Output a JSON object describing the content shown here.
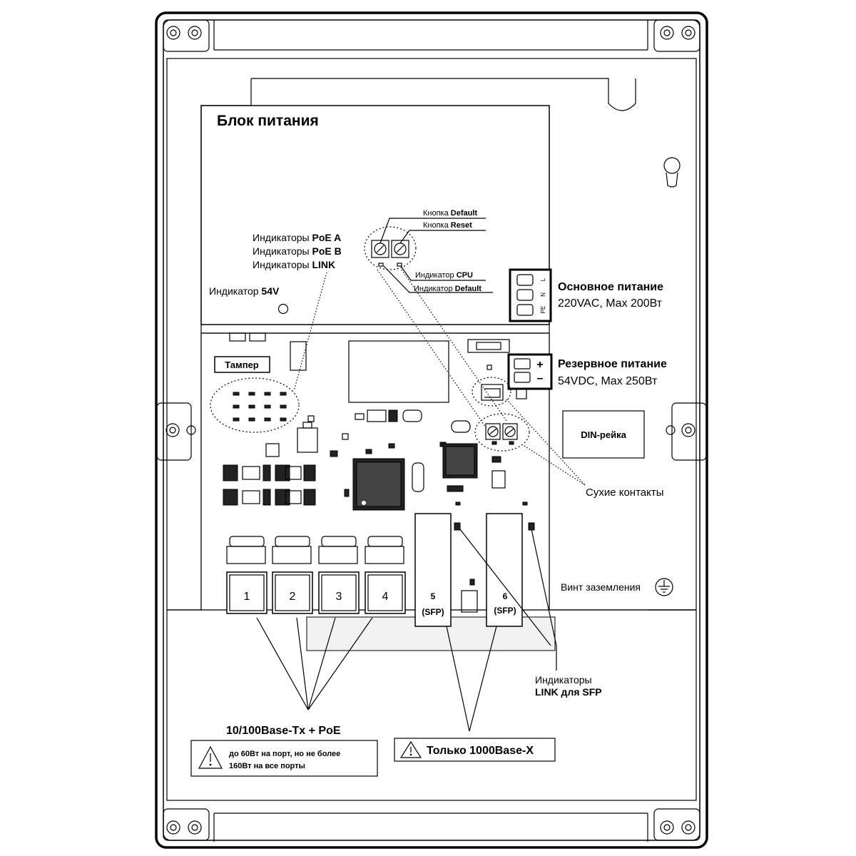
{
  "labels": {
    "power_block": "Блок питания",
    "poe_a_prefix": "Индикаторы ",
    "poe_a": "PoE A",
    "poe_b_prefix": "Индикаторы ",
    "poe_b": "PoE B",
    "link_prefix": "Индикаторы ",
    "link": "LINK",
    "ind54_prefix": "Индикатор ",
    "ind54": "54V",
    "btn_default_prefix": "Кнопка ",
    "btn_default": "Default",
    "btn_reset_prefix": "Кнопка ",
    "btn_reset": "Reset",
    "ind_cpu_prefix": "Индикатор ",
    "ind_cpu": "CPU",
    "ind_default_prefix": "Индикатор ",
    "ind_default": "Default",
    "main_power_title": "Основное питание",
    "main_power_spec": "220VAC, Max 200Вт",
    "main_power_pins": [
      "L",
      "N",
      "PE"
    ],
    "backup_power_title": "Резервное питание",
    "backup_power_spec": "54VDC, Max 250Вт",
    "backup_plus": "+",
    "backup_minus": "–",
    "tamper": "Тампер",
    "din_rail": "DIN-рейка",
    "dry_contacts": "Сухие контакты",
    "ground_screw": "Винт заземления",
    "ports": [
      "1",
      "2",
      "3",
      "4"
    ],
    "sfp5_num": "5",
    "sfp6_num": "6",
    "sfp_label": "(SFP)",
    "sfp_ind_line1": "Индикаторы",
    "sfp_ind_line2": "LINK для SFP",
    "poe_title": "10/100Base-Tx + PoE",
    "poe_warning_line1": "до 60Вт на порт, но не более",
    "poe_warning_line2": "160Вт на все порты",
    "gigabit_warning": "Только 1000Base-X"
  }
}
